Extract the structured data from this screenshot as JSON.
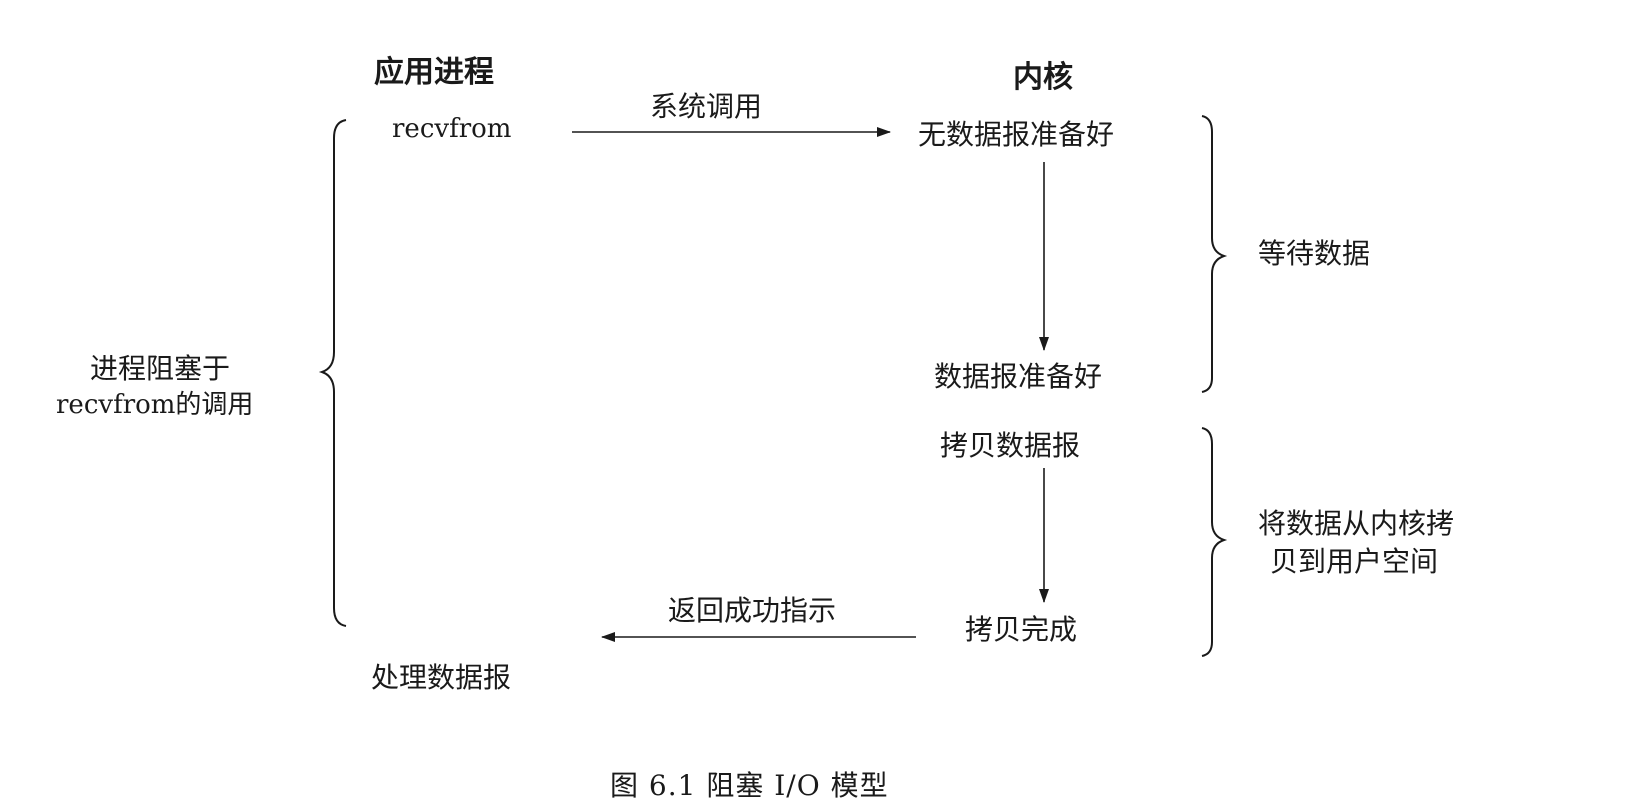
{
  "headers": {
    "app_process": "应用进程",
    "kernel": "内核"
  },
  "app": {
    "recvfrom": "recvfrom",
    "blocked_line1": "进程阻塞于",
    "blocked_line2": "recvfrom的调用",
    "process_datagram": "处理数据报"
  },
  "arrows": {
    "syscall": "系统调用",
    "return_success": "返回成功指示"
  },
  "kernel": {
    "no_datagram_ready": "无数据报准备好",
    "datagram_ready": "数据报准备好",
    "copy_datagram": "拷贝数据报",
    "copy_complete": "拷贝完成"
  },
  "phases": {
    "wait_for_data": "等待数据",
    "copy_line1": "将数据从内核拷",
    "copy_line2": "贝到用户空间"
  },
  "caption": "图 6.1   阻塞 I/O 模型"
}
